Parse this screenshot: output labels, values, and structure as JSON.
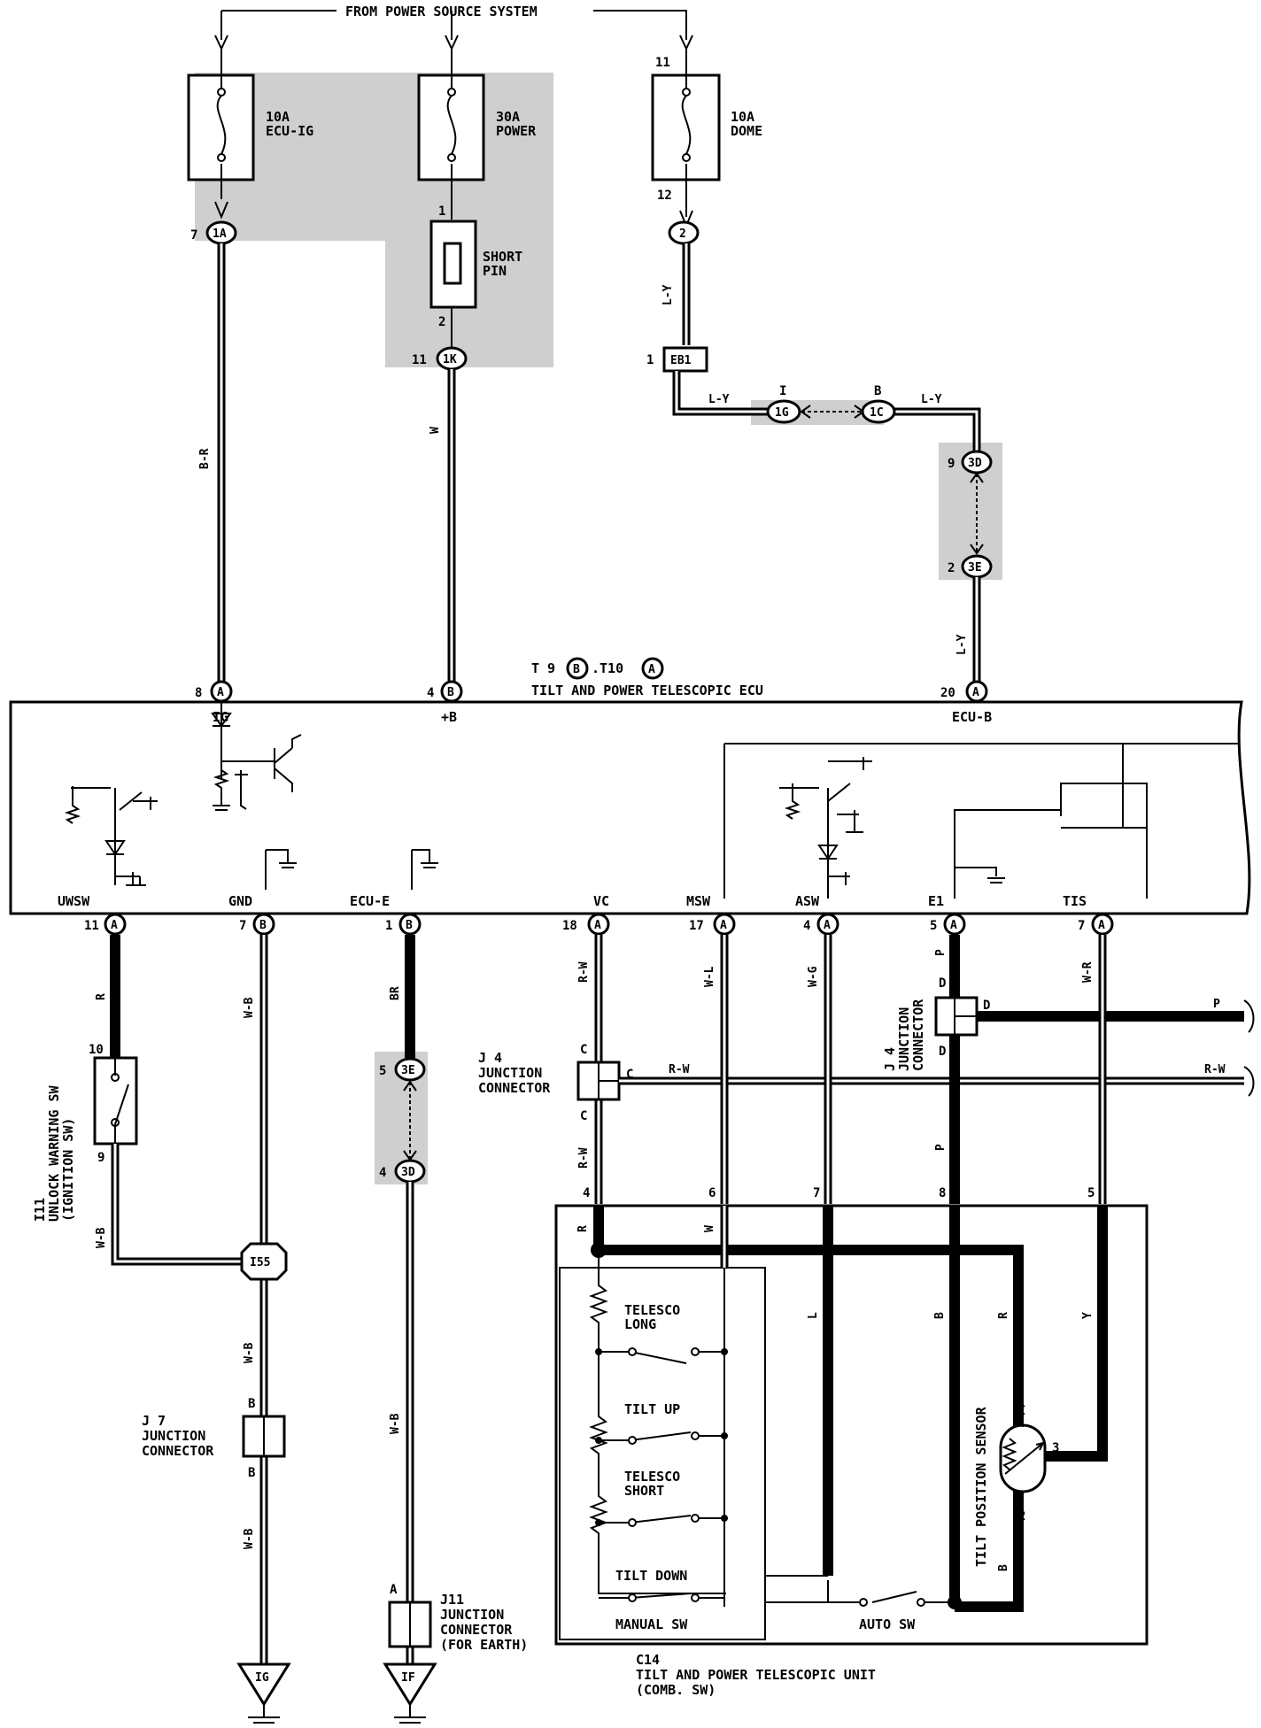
{
  "header": {
    "source": "FROM POWER SOURCE SYSTEM"
  },
  "fuses": [
    {
      "amp": "10A",
      "name": "ECU-IG"
    },
    {
      "amp": "30A",
      "name": "POWER"
    },
    {
      "amp": "10A",
      "name": "DOME"
    }
  ],
  "short_pin": {
    "l1": "SHORT",
    "l2": "PIN"
  },
  "connectors": {
    "c_1a": "1A",
    "c_1k": "1K",
    "c_2": "2",
    "c_eb1": "EB1",
    "c_1g": "1G",
    "c_1c": "1C",
    "c_3d_top": "3D",
    "c_3e_top": "3E",
    "c_3e_bot": "3E",
    "c_3d_bot": "3D",
    "c_i55": "I55",
    "pin_a": "A",
    "pin_b": "B"
  },
  "pins": {
    "p7": "7",
    "p1": "1",
    "p2": "2",
    "p11": "11",
    "p11b": "11",
    "p12": "12",
    "p1eb": "1",
    "p1g": "I",
    "p1c": "B",
    "p9": "9",
    "p2e": "2",
    "p8": "8",
    "p4": "4",
    "p20": "20",
    "b11": "11",
    "b7": "7",
    "b1": "1",
    "b18": "18",
    "b17": "17",
    "b4": "4",
    "b5": "5",
    "b7t": "7",
    "s10": "10",
    "s9": "9",
    "e5": "5",
    "e4": "4",
    "u4": "4",
    "u6": "6",
    "u7": "7",
    "u8": "8",
    "u5": "5",
    "ts1": "I",
    "ts3": "3",
    "ts2": "2"
  },
  "wires": {
    "br_left": "B-R",
    "w_mid": "W",
    "ly_v": "L-Y",
    "ly_h1": "L-Y",
    "ly_h2": "L-Y",
    "ly_v2": "L-Y",
    "r": "R",
    "wb1": "W-B",
    "br": "BR",
    "rw": "R-W",
    "wl": "W-L",
    "wg": "W-G",
    "p": "P",
    "wr": "W-R",
    "wb_sw": "W-B",
    "wb_j": "W-B",
    "wb_gnd": "W-B",
    "wb_ecu": "W-B",
    "rw_c": "R-W",
    "rw_v": "R-W",
    "p_d": "P",
    "p_v": "P",
    "rw_right": "R-W",
    "u_r": "R",
    "u_w": "W",
    "u_l": "L",
    "u_b": "B",
    "u_r2": "R",
    "u_y": "Y",
    "u_b2": "B"
  },
  "ecu": {
    "title1": "T 9",
    "title1b": ".T10",
    "title2": "TILT AND POWER TELESCOPIC ECU",
    "ig": "IG",
    "pb": "+B",
    "ecub": "ECU-B",
    "uwsw": "UWSW",
    "gnd": "GND",
    "ecue": "ECU-E",
    "vc": "VC",
    "msw": "MSW",
    "asw": "ASW",
    "e1": "E1",
    "tis": "TIS"
  },
  "j4_left": {
    "id": "J 4",
    "l1": "JUNCTION",
    "l2": "CONNECTOR",
    "c": "C"
  },
  "j4_right": {
    "id": "J 4",
    "l1": "JUNCTION",
    "l2": "CONNECTOR",
    "d": "D"
  },
  "j7": {
    "id": "J 7",
    "l1": "JUNCTION",
    "l2": "CONNECTOR",
    "b": "B"
  },
  "j11": {
    "id": "J11",
    "l1": "JUNCTION",
    "l2": "CONNECTOR",
    "l3": "(FOR EARTH)",
    "a": "A"
  },
  "i11": {
    "id": "I11",
    "l1": "UNLOCK WARNING SW",
    "l2": "(IGNITION SW)"
  },
  "unit": {
    "id": "C14",
    "l1": "TILT AND POWER TELESCOPIC UNIT",
    "l2": "(COMB. SW)",
    "sw1a": "TELESCO",
    "sw1b": "LONG",
    "sw2": "TILT UP",
    "sw3a": "TELESCO",
    "sw3b": "SHORT",
    "sw4": "TILT DOWN",
    "manual": "MANUAL SW",
    "auto": "AUTO SW",
    "sensor": "TILT POSITION SENSOR"
  },
  "grounds": {
    "ig": "IG",
    "if": "IF"
  }
}
